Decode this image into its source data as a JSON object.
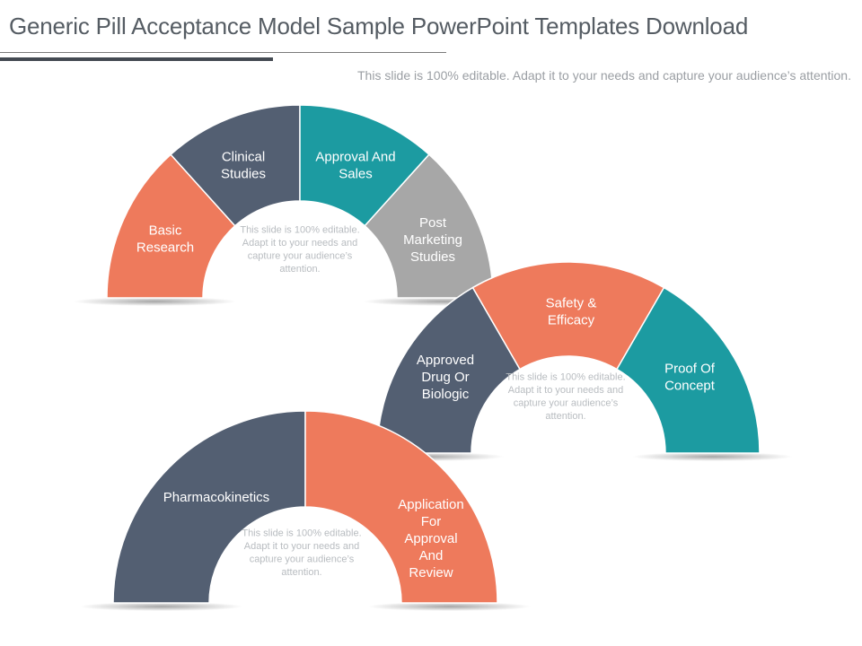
{
  "header": {
    "title": "Generic Pill Acceptance Model Sample PowerPoint Templates Download",
    "subtitle": "This slide is 100% editable. Adapt it to your needs and capture your audience’s attention."
  },
  "colors": {
    "coral": "#ee7a5c",
    "slate": "#535f72",
    "teal": "#1c9ba1",
    "gray": "#a7a7a7"
  },
  "arches": [
    {
      "segments": [
        {
          "label": [
            "Basic",
            "Research"
          ],
          "color": "coral"
        },
        {
          "label": [
            "Clinical",
            "Studies"
          ],
          "color": "slate"
        },
        {
          "label": [
            "Approval And",
            "Sales"
          ],
          "color": "teal"
        },
        {
          "label": [
            "Post",
            "Marketing",
            "Studies"
          ],
          "color": "gray"
        }
      ],
      "note": [
        "This slide is 100% editable.",
        "Adapt it to your needs and",
        "capture your audience’s",
        "attention."
      ]
    },
    {
      "segments": [
        {
          "label": [
            "Approved",
            "Drug Or",
            "Biologic"
          ],
          "color": "slate"
        },
        {
          "label": [
            "Safety &",
            "Efficacy"
          ],
          "color": "coral"
        },
        {
          "label": [
            "Proof Of",
            "Concept"
          ],
          "color": "teal"
        }
      ],
      "note": [
        "This slide is 100% editable.",
        "Adapt it to your needs and",
        "capture your audience’s",
        "attention."
      ]
    },
    {
      "segments": [
        {
          "label": [
            "Pharmacokinetics"
          ],
          "color": "slate"
        },
        {
          "label": [
            "Application",
            "For",
            "Approval",
            "And",
            "Review"
          ],
          "color": "coral"
        }
      ],
      "note": [
        "This slide is 100% editable.",
        "Adapt it to your needs and",
        "capture your audience’s",
        "attention."
      ]
    }
  ]
}
